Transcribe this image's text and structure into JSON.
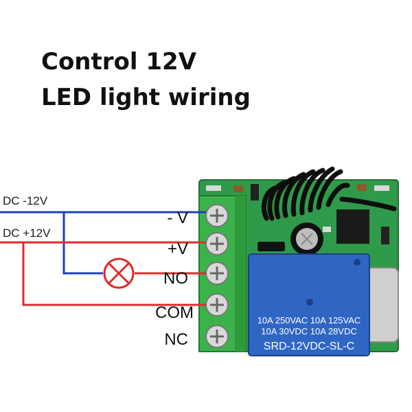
{
  "title": {
    "line1": "Control 12V",
    "line2": "LED light wiring"
  },
  "wires": {
    "negative_label": "DC -12V",
    "positive_label": "DC +12V",
    "negative_color": "#1f3fbf",
    "positive_color": "#e02a2a"
  },
  "terminals": [
    {
      "label": "- V"
    },
    {
      "label": "+V"
    },
    {
      "label": "NO"
    },
    {
      "label": "COM"
    },
    {
      "label": "NC"
    }
  ],
  "relay": {
    "spec_line1": "10A 250VAC  10A 125VAC",
    "spec_line2": "10A  30VDC  10A  28VDC",
    "model": "SRD-12VDC-SL-C",
    "color": "#2f66c4"
  },
  "board": {
    "color": "#2f9a4a",
    "terminal_block_color": "#3bb34a"
  },
  "lamp": {
    "color": "#e02a2a"
  }
}
